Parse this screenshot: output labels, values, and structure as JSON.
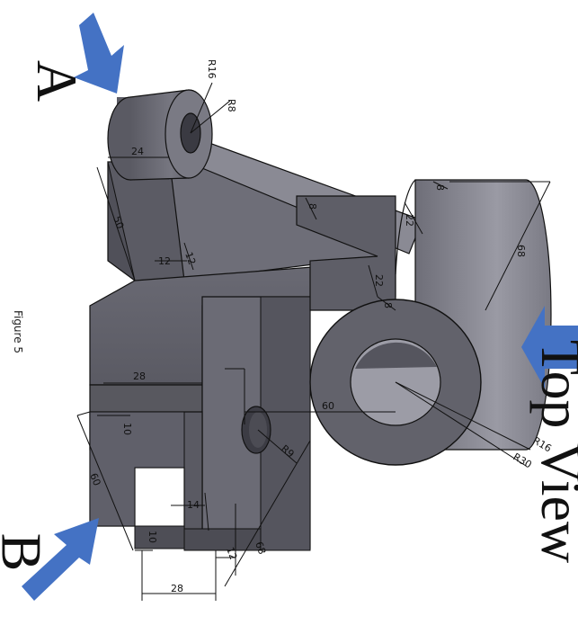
{
  "labels": {
    "view_a": "A",
    "view_b": "B",
    "top_view": "Top View",
    "figure": "Figure 5"
  },
  "dimensions": {
    "r16_small": "R16",
    "r8": "R8",
    "d24": "24",
    "d50": "50",
    "d12": "12",
    "d12b": "12",
    "d8_rib": "8",
    "d22_top": "22",
    "d22_mid": "22",
    "d8_top": "8",
    "d8_mid": "8",
    "d68": "68",
    "d28_top": "28",
    "d60_center": "60",
    "r16_big": "R16",
    "r30": "R30",
    "r9": "R9",
    "d10_top": "10",
    "d60_left": "60",
    "d14": "14",
    "d10_bottom": "10",
    "d12_bottom": "12",
    "d68_bottom": "68",
    "d28_bottom": "28"
  },
  "colors": {
    "arrow": "#4472c4",
    "face_dark": "#56565f",
    "face_mid": "#6a6a74",
    "face_light": "#85858f",
    "line": "#111111"
  }
}
